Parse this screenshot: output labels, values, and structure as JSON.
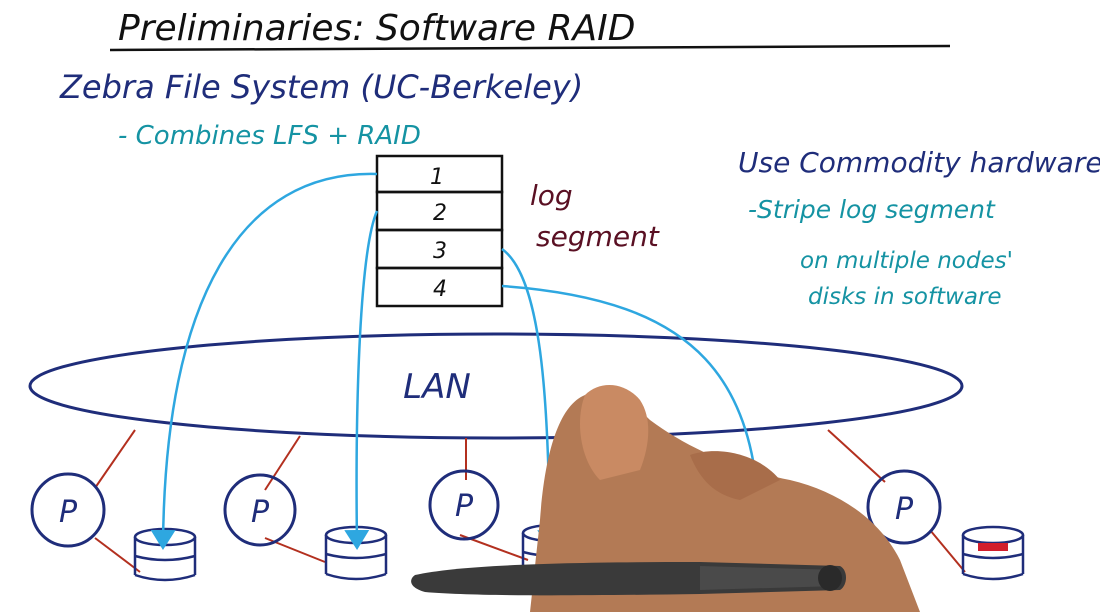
{
  "title": "Preliminaries: Software RAID",
  "heading": "Zebra File System (UC-Berkeley)",
  "subheading": "- Combines LFS + RAID",
  "log_segment": {
    "label_line1": "log",
    "label_line2": "segment",
    "cells": [
      "1",
      "2",
      "3",
      "4"
    ]
  },
  "network_label": "LAN",
  "node_label": "P",
  "notes": {
    "line1": "Use Commodity hardware",
    "line2": "-Stripe log segment",
    "line3": "on multiple nodes'",
    "line4": "disks in software"
  },
  "colors": {
    "navy": "#1f2d7a",
    "teal": "#1593a3",
    "maroon": "#5a1023",
    "arrow": "#2ea7e0",
    "link": "#b3301f"
  }
}
